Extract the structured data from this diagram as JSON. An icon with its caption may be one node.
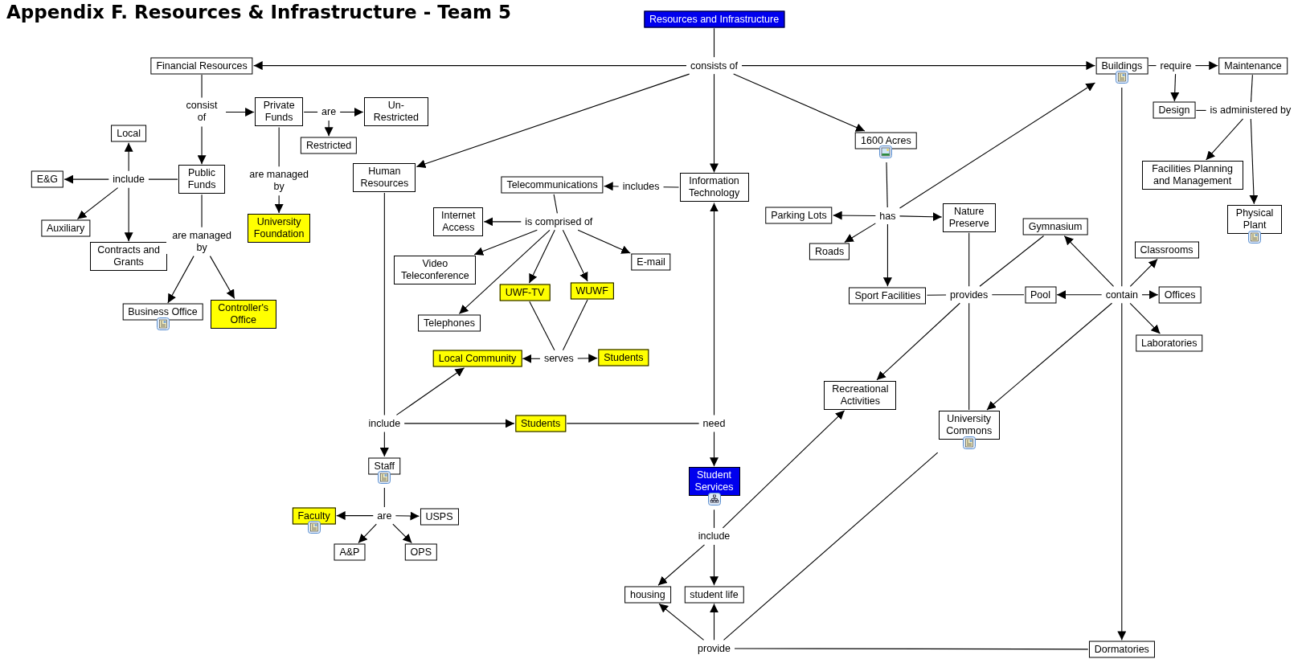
{
  "diagram": {
    "title": "Appendix F. Resources & Infrastructure - Team 5",
    "nodes": [
      {
        "text": [
          "Resources and Infrastructure"
        ]
      },
      {
        "text": [
          "consists of"
        ]
      },
      {
        "text": [
          "Financial Resources"
        ]
      },
      {
        "text": [
          "Buildings"
        ]
      },
      {
        "text": [
          "require"
        ]
      },
      {
        "text": [
          "Maintenance"
        ]
      },
      {
        "text": [
          "Design"
        ]
      },
      {
        "text": [
          "is administered by"
        ]
      },
      {
        "text": [
          "Facilities Planning and Management"
        ]
      },
      {
        "text": [
          "Physical Plant"
        ]
      },
      {
        "text": [
          "consist of"
        ]
      },
      {
        "text": [
          "Private Funds"
        ]
      },
      {
        "text": [
          "are"
        ]
      },
      {
        "text": [
          "Un-Restricted"
        ]
      },
      {
        "text": [
          "Restricted"
        ]
      },
      {
        "text": [
          "Public Funds"
        ]
      },
      {
        "text": [
          "include"
        ]
      },
      {
        "text": [
          "Local"
        ]
      },
      {
        "text": [
          "E&G"
        ]
      },
      {
        "text": [
          "Auxiliary"
        ]
      },
      {
        "text": [
          "Contracts and Grants"
        ]
      },
      {
        "text": [
          "are managed by"
        ]
      },
      {
        "text": [
          "Business Office"
        ]
      },
      {
        "text": [
          "Controller's Office"
        ]
      },
      {
        "text": [
          "are managed by"
        ]
      },
      {
        "text": [
          "University Foundation"
        ]
      },
      {
        "text": [
          "Human Resources"
        ]
      },
      {
        "text": [
          "Information Technology"
        ]
      },
      {
        "text": [
          "includes"
        ]
      },
      {
        "text": [
          "Telecommunications"
        ]
      },
      {
        "text": [
          "is comprised of"
        ]
      },
      {
        "text": [
          "Internet Access"
        ]
      },
      {
        "text": [
          "Video Teleconference"
        ]
      },
      {
        "text": [
          "Telephones"
        ]
      },
      {
        "text": [
          "UWF-TV"
        ]
      },
      {
        "text": [
          "WUWF"
        ]
      },
      {
        "text": [
          "E-mail"
        ]
      },
      {
        "text": [
          "1600 Acres"
        ]
      },
      {
        "text": [
          "has"
        ]
      },
      {
        "text": [
          "Parking Lots"
        ]
      },
      {
        "text": [
          "Roads"
        ]
      },
      {
        "text": [
          "Nature Preserve"
        ]
      },
      {
        "text": [
          "Sport Facilities"
        ]
      },
      {
        "text": [
          "provides"
        ]
      },
      {
        "text": [
          "Gymnasium"
        ]
      },
      {
        "text": [
          "Pool"
        ]
      },
      {
        "text": [
          "contain"
        ]
      },
      {
        "text": [
          "Classrooms"
        ]
      },
      {
        "text": [
          "Offices"
        ]
      },
      {
        "text": [
          "Laboratories"
        ]
      },
      {
        "text": [
          "Local Community"
        ]
      },
      {
        "text": [
          "serves"
        ]
      },
      {
        "text": [
          "Students"
        ]
      },
      {
        "text": [
          "include"
        ]
      },
      {
        "text": [
          "Students"
        ]
      },
      {
        "text": [
          "need"
        ]
      },
      {
        "text": [
          "Staff"
        ]
      },
      {
        "text": [
          "are"
        ]
      },
      {
        "text": [
          "Faculty"
        ]
      },
      {
        "text": [
          "USPS"
        ]
      },
      {
        "text": [
          "A&P"
        ]
      },
      {
        "text": [
          "OPS"
        ]
      },
      {
        "text": [
          "Student Services"
        ]
      },
      {
        "text": [
          "include"
        ]
      },
      {
        "text": [
          "housing"
        ]
      },
      {
        "text": [
          "student life"
        ]
      },
      {
        "text": [
          "provide"
        ]
      },
      {
        "text": [
          "Recreational Activities"
        ]
      },
      {
        "text": [
          "University Commons"
        ]
      },
      {
        "text": [
          "Dormatories"
        ]
      }
    ],
    "edges": [
      {
        "from": 0,
        "to": 1,
        "arrow": "none"
      },
      {
        "from": 1,
        "to": 2,
        "arrow": "to"
      },
      {
        "from": 1,
        "to": 3,
        "arrow": "to"
      },
      {
        "from": 1,
        "to": 26,
        "arrow": "to"
      },
      {
        "from": 1,
        "to": 27,
        "arrow": "to"
      },
      {
        "from": 1,
        "to": 37,
        "arrow": "to"
      },
      {
        "from": 3,
        "to": 4,
        "arrow": "none"
      },
      {
        "from": 4,
        "to": 5,
        "arrow": "to"
      },
      {
        "from": 4,
        "to": 6,
        "arrow": "to"
      },
      {
        "from": 5,
        "to": 7,
        "arrow": "none"
      },
      {
        "from": 6,
        "to": 7,
        "arrow": "none"
      },
      {
        "from": 7,
        "to": 8,
        "arrow": "to"
      },
      {
        "from": 7,
        "to": 9,
        "arrow": "to"
      },
      {
        "from": 3,
        "to": 46,
        "arrow": "none"
      },
      {
        "from": 46,
        "to": 69,
        "arrow": "to"
      },
      {
        "from": 46,
        "to": 44,
        "arrow": "to"
      },
      {
        "from": 46,
        "to": 47,
        "arrow": "to"
      },
      {
        "from": 46,
        "to": 48,
        "arrow": "to"
      },
      {
        "from": 46,
        "to": 49,
        "arrow": "to"
      },
      {
        "from": 46,
        "to": 45,
        "arrow": "to"
      },
      {
        "from": 46,
        "to": 68,
        "arrow": "to"
      },
      {
        "from": 2,
        "to": 10,
        "arrow": "none"
      },
      {
        "from": 10,
        "to": 11,
        "arrow": "to"
      },
      {
        "from": 10,
        "to": 15,
        "arrow": "to"
      },
      {
        "from": 11,
        "to": 12,
        "arrow": "none"
      },
      {
        "from": 12,
        "to": 13,
        "arrow": "to"
      },
      {
        "from": 12,
        "to": 14,
        "arrow": "to"
      },
      {
        "from": 11,
        "to": 24,
        "arrow": "none"
      },
      {
        "from": 24,
        "to": 25,
        "arrow": "to"
      },
      {
        "from": 15,
        "to": 16,
        "arrow": "none"
      },
      {
        "from": 16,
        "to": 17,
        "arrow": "to"
      },
      {
        "from": 16,
        "to": 18,
        "arrow": "to"
      },
      {
        "from": 16,
        "to": 19,
        "arrow": "to"
      },
      {
        "from": 16,
        "to": 20,
        "arrow": "to"
      },
      {
        "from": 15,
        "to": 21,
        "arrow": "none"
      },
      {
        "from": 21,
        "to": 22,
        "arrow": "to"
      },
      {
        "from": 21,
        "to": 23,
        "arrow": "to"
      },
      {
        "from": 27,
        "to": 28,
        "arrow": "none"
      },
      {
        "from": 28,
        "to": 29,
        "arrow": "to"
      },
      {
        "from": 29,
        "to": 30,
        "arrow": "none"
      },
      {
        "from": 30,
        "to": 31,
        "arrow": "to"
      },
      {
        "from": 30,
        "to": 32,
        "arrow": "to"
      },
      {
        "from": 30,
        "to": 33,
        "arrow": "to"
      },
      {
        "from": 30,
        "to": 34,
        "arrow": "to"
      },
      {
        "from": 30,
        "to": 35,
        "arrow": "to"
      },
      {
        "from": 30,
        "to": 36,
        "arrow": "to"
      },
      {
        "from": 34,
        "to": 51,
        "arrow": "none"
      },
      {
        "from": 35,
        "to": 51,
        "arrow": "none"
      },
      {
        "from": 51,
        "to": 50,
        "arrow": "to"
      },
      {
        "from": 51,
        "to": 52,
        "arrow": "to"
      },
      {
        "from": 26,
        "to": 53,
        "arrow": "none"
      },
      {
        "from": 53,
        "to": 50,
        "arrow": "to"
      },
      {
        "from": 53,
        "to": 54,
        "arrow": "to"
      },
      {
        "from": 53,
        "to": 56,
        "arrow": "to"
      },
      {
        "from": 54,
        "to": 55,
        "arrow": "none"
      },
      {
        "from": 55,
        "to": 27,
        "arrow": "to"
      },
      {
        "from": 55,
        "to": 62,
        "arrow": "to"
      },
      {
        "from": 56,
        "to": 57,
        "arrow": "none"
      },
      {
        "from": 57,
        "to": 58,
        "arrow": "to"
      },
      {
        "from": 57,
        "to": 59,
        "arrow": "to"
      },
      {
        "from": 57,
        "to": 60,
        "arrow": "to"
      },
      {
        "from": 57,
        "to": 61,
        "arrow": "to"
      },
      {
        "from": 62,
        "to": 63,
        "arrow": "none"
      },
      {
        "from": 63,
        "to": 64,
        "arrow": "to"
      },
      {
        "from": 63,
        "to": 65,
        "arrow": "to"
      },
      {
        "from": 63,
        "to": 67,
        "arrow": "to"
      },
      {
        "from": 68,
        "to": 66,
        "arrow": "none"
      },
      {
        "from": 69,
        "to": 66,
        "arrow": "none"
      },
      {
        "from": 66,
        "to": 64,
        "arrow": "to"
      },
      {
        "from": 66,
        "to": 65,
        "arrow": "to"
      },
      {
        "from": 37,
        "to": 38,
        "arrow": "none"
      },
      {
        "from": 38,
        "to": 39,
        "arrow": "to"
      },
      {
        "from": 38,
        "to": 40,
        "arrow": "to"
      },
      {
        "from": 38,
        "to": 41,
        "arrow": "to"
      },
      {
        "from": 38,
        "to": 42,
        "arrow": "to"
      },
      {
        "from": 38,
        "to": 3,
        "arrow": "to"
      },
      {
        "from": 41,
        "to": 43,
        "arrow": "none"
      },
      {
        "from": 42,
        "to": 43,
        "arrow": "none"
      },
      {
        "from": 45,
        "to": 43,
        "arrow": "none"
      },
      {
        "from": 44,
        "to": 43,
        "arrow": "none"
      },
      {
        "from": 68,
        "to": 43,
        "arrow": "none"
      },
      {
        "from": 43,
        "to": 67,
        "arrow": "to"
      }
    ]
  }
}
